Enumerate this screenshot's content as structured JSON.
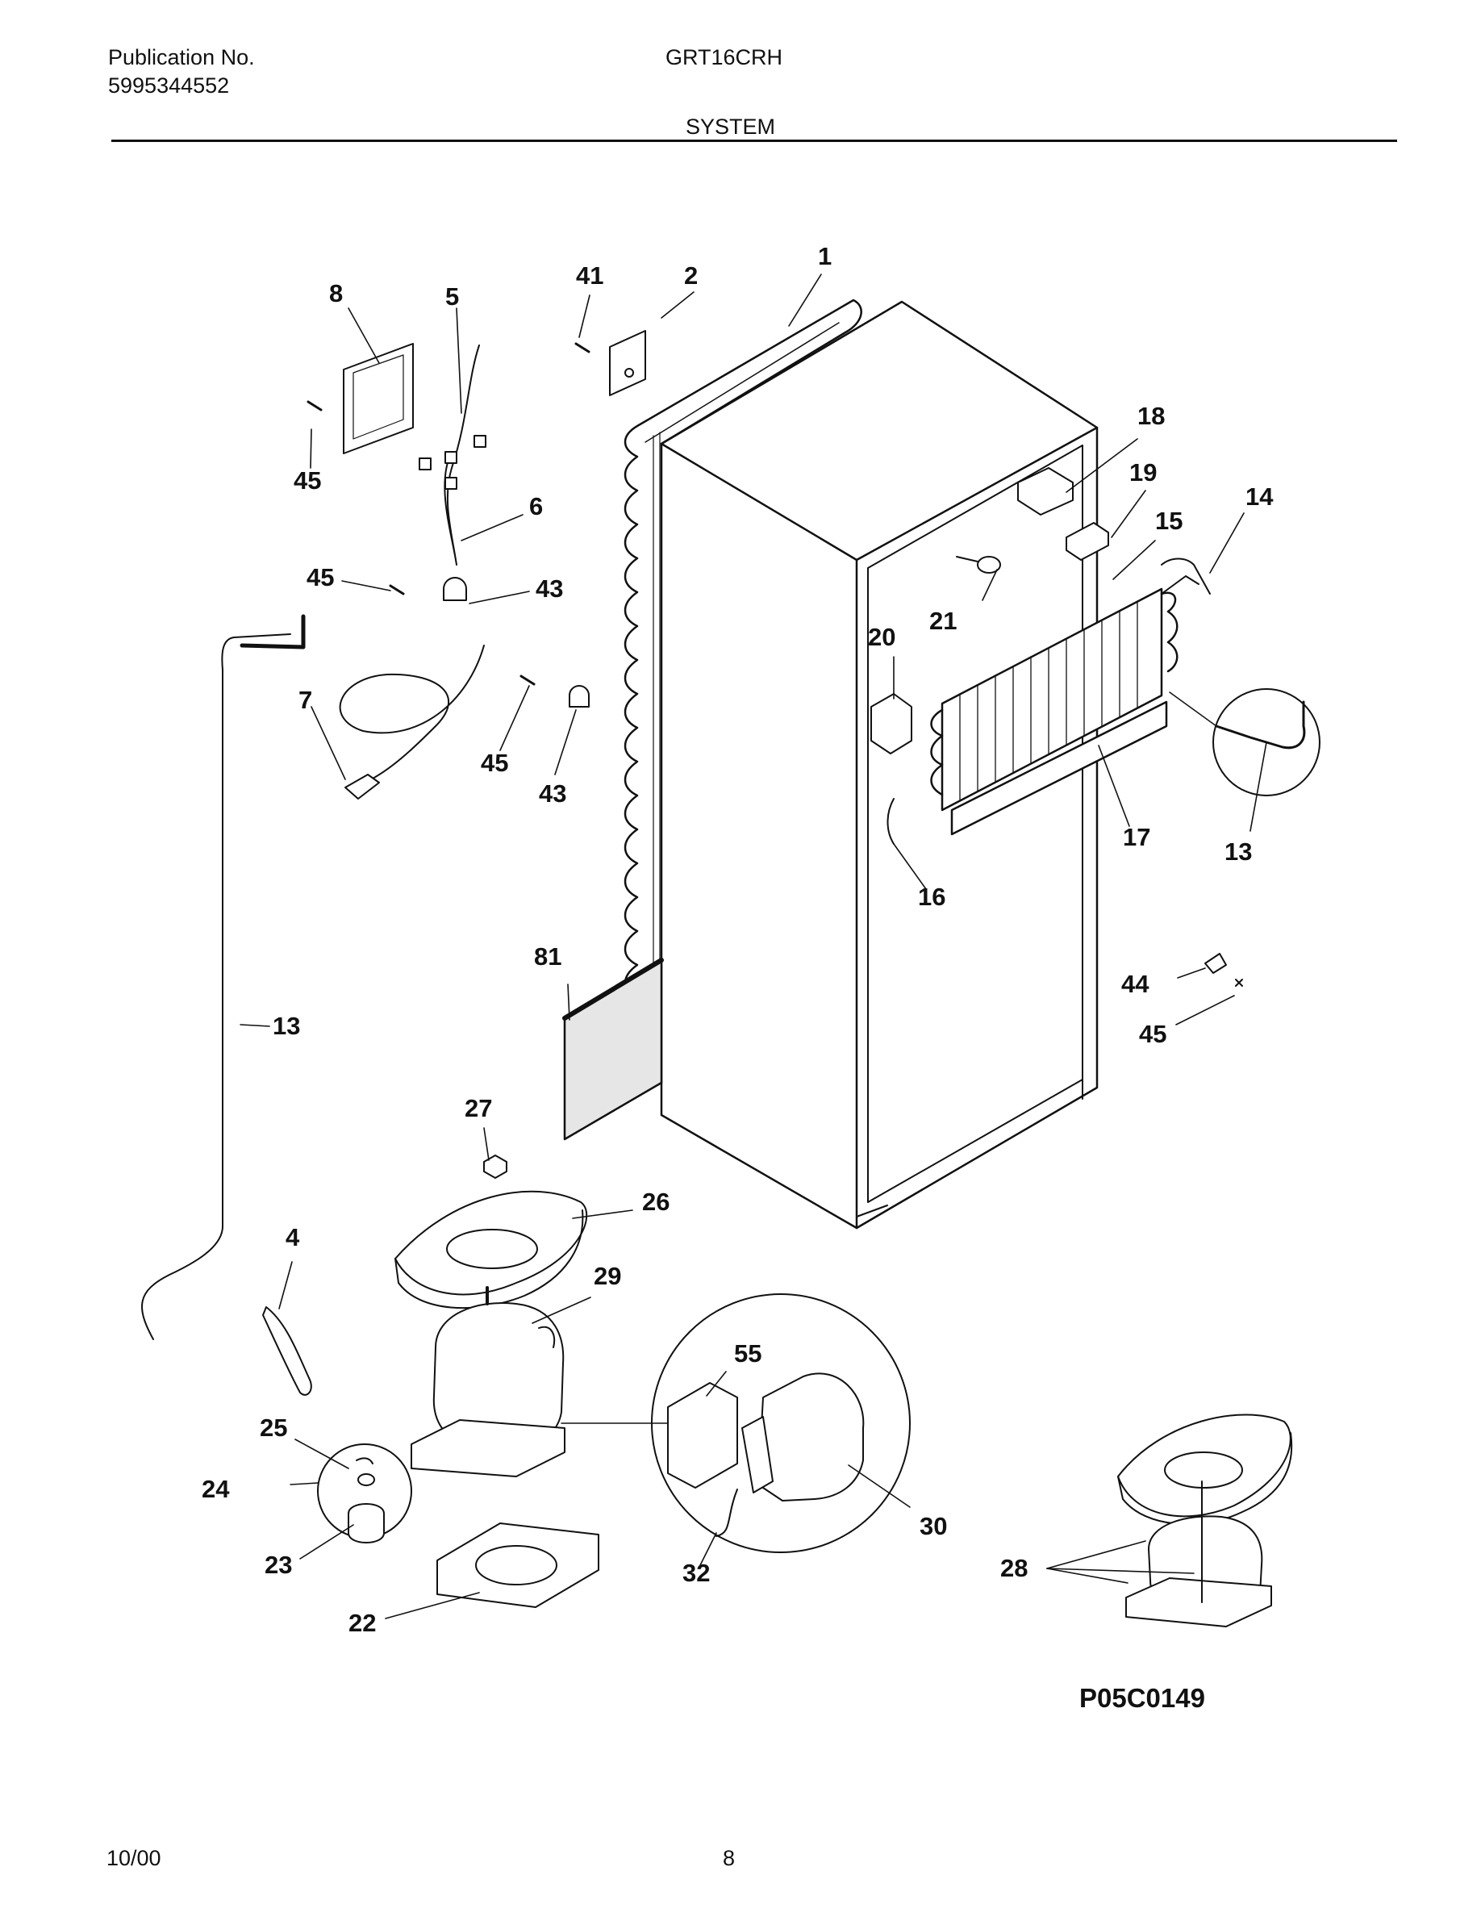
{
  "header": {
    "publication_label": "Publication No.",
    "publication_number": "5995344552",
    "model": "GRT16CRH",
    "section_title": "SYSTEM"
  },
  "diagram": {
    "callouts": {
      "c1": "1",
      "c2": "2",
      "c4": "4",
      "c5": "5",
      "c6": "6",
      "c7": "7",
      "c8": "8",
      "c13a": "13",
      "c13b": "13",
      "c14": "14",
      "c15": "15",
      "c16": "16",
      "c17": "17",
      "c18": "18",
      "c19": "19",
      "c20": "20",
      "c21": "21",
      "c22": "22",
      "c23": "23",
      "c24": "24",
      "c25": "25",
      "c26": "26",
      "c27": "27",
      "c28": "28",
      "c29": "29",
      "c30": "30",
      "c32": "32",
      "c41": "41",
      "c43a": "43",
      "c43b": "43",
      "c44": "44",
      "c45a": "45",
      "c45b": "45",
      "c45c": "45",
      "c45d": "45",
      "c55": "55",
      "c81": "81"
    },
    "drawing_code": "P05C0149"
  },
  "footer": {
    "date": "10/00",
    "page": "8"
  }
}
